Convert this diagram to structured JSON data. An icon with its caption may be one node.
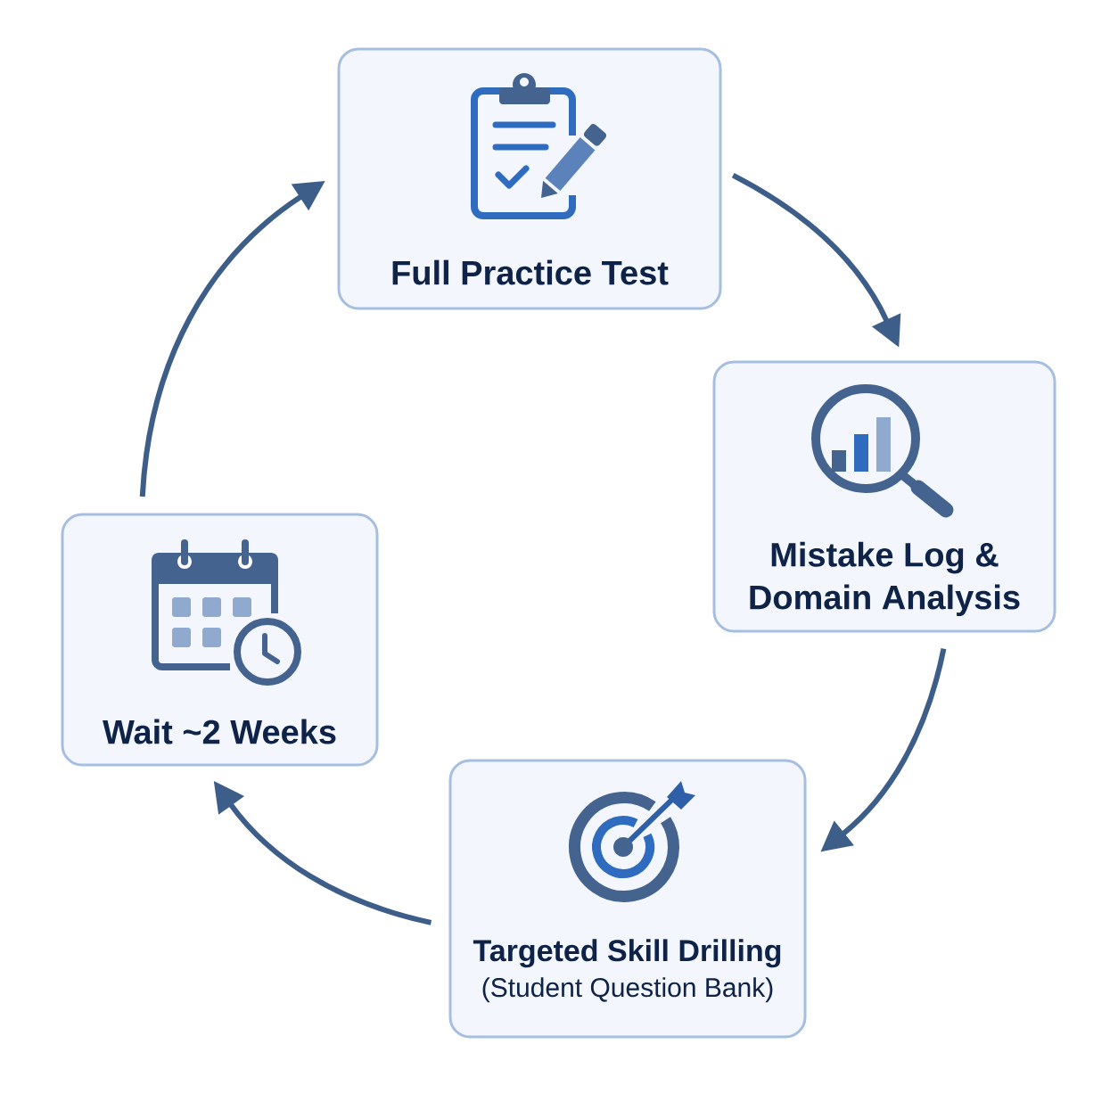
{
  "diagram": {
    "nodes": [
      {
        "text": [
          "Full Practice Test"
        ]
      },
      {
        "text": [
          "Mistake Log & Domain Analysis"
        ]
      },
      {
        "text": [
          "Targeted Skill Drilling",
          "(Student Question Bank)"
        ]
      },
      {
        "text": [
          "Wait ~2 Weeks"
        ]
      }
    ],
    "edges": [
      {
        "from": 0,
        "to": 1,
        "arrow": "to"
      },
      {
        "from": 1,
        "to": 2,
        "arrow": "to"
      },
      {
        "from": 2,
        "to": 3,
        "arrow": "to"
      },
      {
        "from": 3,
        "to": 0,
        "arrow": "to"
      }
    ]
  }
}
